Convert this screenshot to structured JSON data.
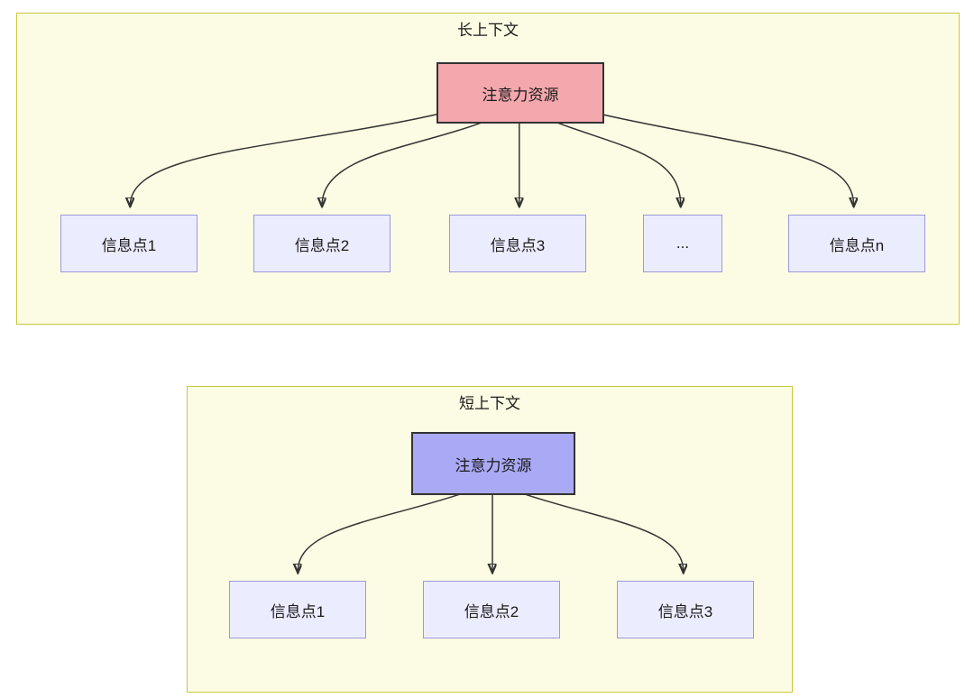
{
  "long_context": {
    "title": "长上下文",
    "source": "注意力资源",
    "targets": [
      "信息点1",
      "信息点2",
      "信息点3",
      "...",
      "信息点n"
    ]
  },
  "short_context": {
    "title": "短上下文",
    "source": "注意力资源",
    "targets": [
      "信息点1",
      "信息点2",
      "信息点3"
    ]
  },
  "colors": {
    "panel_bg": "#fcfce4",
    "panel_border": "#c8c83c",
    "attention_long_bg": "#f4a7ad",
    "attention_short_bg": "#a9a9f5",
    "node_border_dark": "#333333",
    "info_bg": "#ececff",
    "info_border": "#9999db",
    "arrow": "#333333"
  }
}
